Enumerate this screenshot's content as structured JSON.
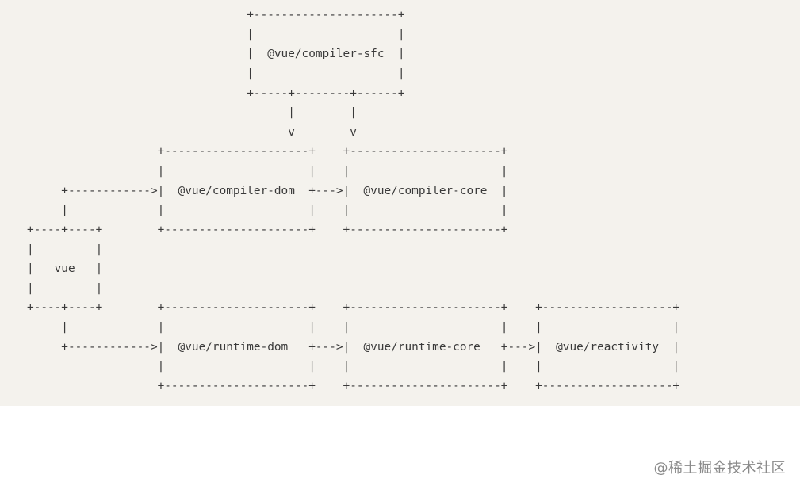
{
  "diagram": {
    "ascii_lines": [
      "                                   +---------------------+",
      "                                   |                     |",
      "                                   |  @vue/compiler-sfc  |",
      "                                   |                     |",
      "                                   +-----+--------+------+",
      "                                         |        |",
      "                                         v        v",
      "                      +---------------------+    +----------------------+",
      "                      |                     |    |                      |",
      "        +------------>|  @vue/compiler-dom  +--->|  @vue/compiler-core  |",
      "        |             |                     |    |                      |",
      "   +----+----+        +---------------------+    +----------------------+",
      "   |         |",
      "   |   vue   |",
      "   |         |",
      "   +----+----+        +---------------------+    +----------------------+    +-------------------+",
      "        |             |                     |    |                      |    |                   |",
      "        +------------>|  @vue/runtime-dom   +--->|  @vue/runtime-core   +--->|  @vue/reactivity  |",
      "                      |                     |    |                      |    |                   |",
      "                      +---------------------+    +----------------------+    +-------------------+"
    ],
    "nodes": [
      "@vue/compiler-sfc",
      "@vue/compiler-dom",
      "@vue/compiler-core",
      "vue",
      "@vue/runtime-dom",
      "@vue/runtime-core",
      "@vue/reactivity"
    ]
  },
  "watermark": {
    "text": "@稀土掘金技术社区"
  },
  "colors": {
    "panel_background": "#f4f2ed",
    "text": "#3a3a3a",
    "watermark": "#8a8a8a"
  }
}
